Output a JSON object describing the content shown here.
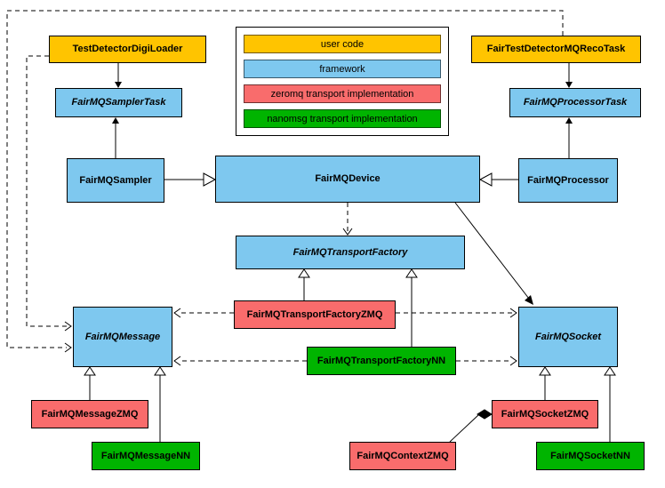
{
  "legend": {
    "items": [
      {
        "id": "user-code",
        "label": "user code",
        "color": "#FFC400"
      },
      {
        "id": "framework",
        "label": "framework",
        "color": "#7EC8EF"
      },
      {
        "id": "zeromq",
        "label": "zeromq transport implementation",
        "color": "#F96C6C"
      },
      {
        "id": "nanomsg",
        "label": "nanomsg transport implementation",
        "color": "#00B400"
      }
    ]
  },
  "nodes": {
    "test_detector_digi_loader": {
      "label": "TestDetectorDigiLoader",
      "category": "user code",
      "abstract": false
    },
    "fair_test_detector_mq_reco_task": {
      "label": "FairTestDetectorMQRecoTask",
      "category": "user code",
      "abstract": false
    },
    "fair_mq_sampler_task": {
      "label": "FairMQSamplerTask",
      "category": "framework",
      "abstract": true
    },
    "fair_mq_processor_task": {
      "label": "FairMQProcessorTask",
      "category": "framework",
      "abstract": true
    },
    "fair_mq_sampler": {
      "label": "FairMQSampler",
      "category": "framework",
      "abstract": false
    },
    "fair_mq_device": {
      "label": "FairMQDevice",
      "category": "framework",
      "abstract": false
    },
    "fair_mq_processor": {
      "label": "FairMQProcessor",
      "category": "framework",
      "abstract": false
    },
    "fair_mq_transport_factory": {
      "label": "FairMQTransportFactory",
      "category": "framework",
      "abstract": true
    },
    "fair_mq_transport_factory_zmq": {
      "label": "FairMQTransportFactoryZMQ",
      "category": "zeromq",
      "abstract": false
    },
    "fair_mq_transport_factory_nn": {
      "label": "FairMQTransportFactoryNN",
      "category": "nanomsg",
      "abstract": false
    },
    "fair_mq_message": {
      "label": "FairMQMessage",
      "category": "framework",
      "abstract": true
    },
    "fair_mq_socket": {
      "label": "FairMQSocket",
      "category": "framework",
      "abstract": true
    },
    "fair_mq_message_zmq": {
      "label": "FairMQMessageZMQ",
      "category": "zeromq",
      "abstract": false
    },
    "fair_mq_message_nn": {
      "label": "FairMQMessageNN",
      "category": "nanomsg",
      "abstract": false
    },
    "fair_mq_context_zmq": {
      "label": "FairMQContextZMQ",
      "category": "zeromq",
      "abstract": false
    },
    "fair_mq_socket_zmq": {
      "label": "FairMQSocketZMQ",
      "category": "zeromq",
      "abstract": false
    },
    "fair_mq_socket_nn": {
      "label": "FairMQSocketNN",
      "category": "nanomsg",
      "abstract": false
    }
  },
  "edges": [
    {
      "from": "TestDetectorDigiLoader",
      "to": "FairMQSamplerTask",
      "type": "solid-arrow"
    },
    {
      "from": "FairMQSampler",
      "to": "FairMQSamplerTask",
      "type": "solid-arrow"
    },
    {
      "from": "FairTestDetectorMQRecoTask",
      "to": "FairMQProcessorTask",
      "type": "solid-arrow"
    },
    {
      "from": "FairMQProcessor",
      "to": "FairMQProcessorTask",
      "type": "solid-arrow"
    },
    {
      "from": "FairMQSampler",
      "to": "FairMQDevice",
      "type": "inheritance"
    },
    {
      "from": "FairMQProcessor",
      "to": "FairMQDevice",
      "type": "inheritance"
    },
    {
      "from": "FairMQDevice",
      "to": "FairMQTransportFactory",
      "type": "dashed-arrow"
    },
    {
      "from": "FairMQDevice",
      "to": "FairMQSocket",
      "type": "solid-arrow"
    },
    {
      "from": "FairMQTransportFactoryZMQ",
      "to": "FairMQTransportFactory",
      "type": "inheritance"
    },
    {
      "from": "FairMQTransportFactoryNN",
      "to": "FairMQTransportFactory",
      "type": "inheritance"
    },
    {
      "from": "FairMQTransportFactoryZMQ",
      "to": "FairMQMessage",
      "type": "dashed-arrow"
    },
    {
      "from": "FairMQTransportFactoryZMQ",
      "to": "FairMQSocket",
      "type": "dashed-arrow"
    },
    {
      "from": "FairMQTransportFactoryNN",
      "to": "FairMQMessage",
      "type": "dashed-arrow"
    },
    {
      "from": "FairMQTransportFactoryNN",
      "to": "FairMQSocket",
      "type": "dashed-arrow"
    },
    {
      "from": "TestDetectorDigiLoader",
      "to": "FairMQMessage",
      "type": "dashed-arrow"
    },
    {
      "from": "FairTestDetectorMQRecoTask",
      "to": "FairMQMessage",
      "type": "dashed-arrow"
    },
    {
      "from": "FairMQMessageZMQ",
      "to": "FairMQMessage",
      "type": "inheritance"
    },
    {
      "from": "FairMQMessageNN",
      "to": "FairMQMessage",
      "type": "inheritance"
    },
    {
      "from": "FairMQSocketZMQ",
      "to": "FairMQSocket",
      "type": "inheritance"
    },
    {
      "from": "FairMQSocketNN",
      "to": "FairMQSocket",
      "type": "inheritance"
    },
    {
      "from": "FairMQContextZMQ",
      "to": "FairMQSocketZMQ",
      "type": "composition"
    }
  ]
}
